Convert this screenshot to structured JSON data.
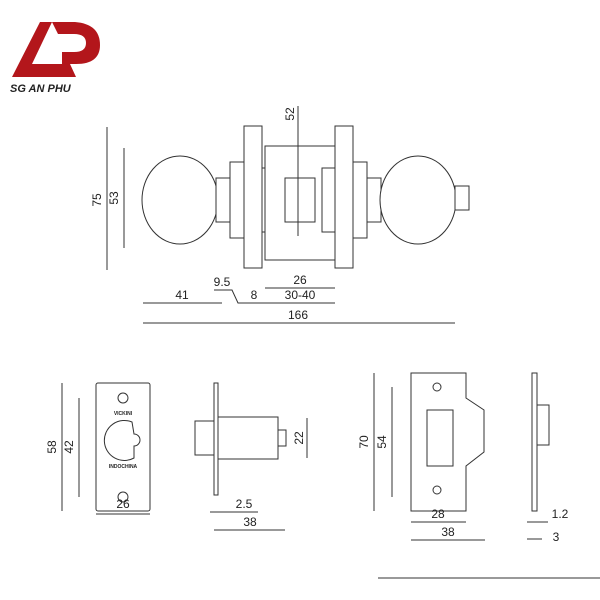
{
  "logo": {
    "brand": "SG AN PHU",
    "mark": "AD",
    "color": "#b3161b"
  },
  "front_view": {
    "height_total": "75",
    "knob_diameter": "53",
    "center_height": "52",
    "body_width": "26",
    "knob_length": "41",
    "rose_offset": "9.5",
    "rose_thickness": "8",
    "door_thickness": "30-40",
    "overall_length": "166"
  },
  "latch_faceplate": {
    "height": "58",
    "hole_spacing": "42",
    "width": "26",
    "engraving_top": "VICKINI",
    "engraving_bottom": "INDOCHINA"
  },
  "latch_side": {
    "body_height": "22",
    "plate_thickness": "2.5",
    "backset": "38"
  },
  "strike_plate": {
    "height": "70",
    "hole_spacing": "54",
    "width": "28",
    "overall_width": "38"
  },
  "strike_side": {
    "thickness": "1.2",
    "lip_depth": "3"
  }
}
